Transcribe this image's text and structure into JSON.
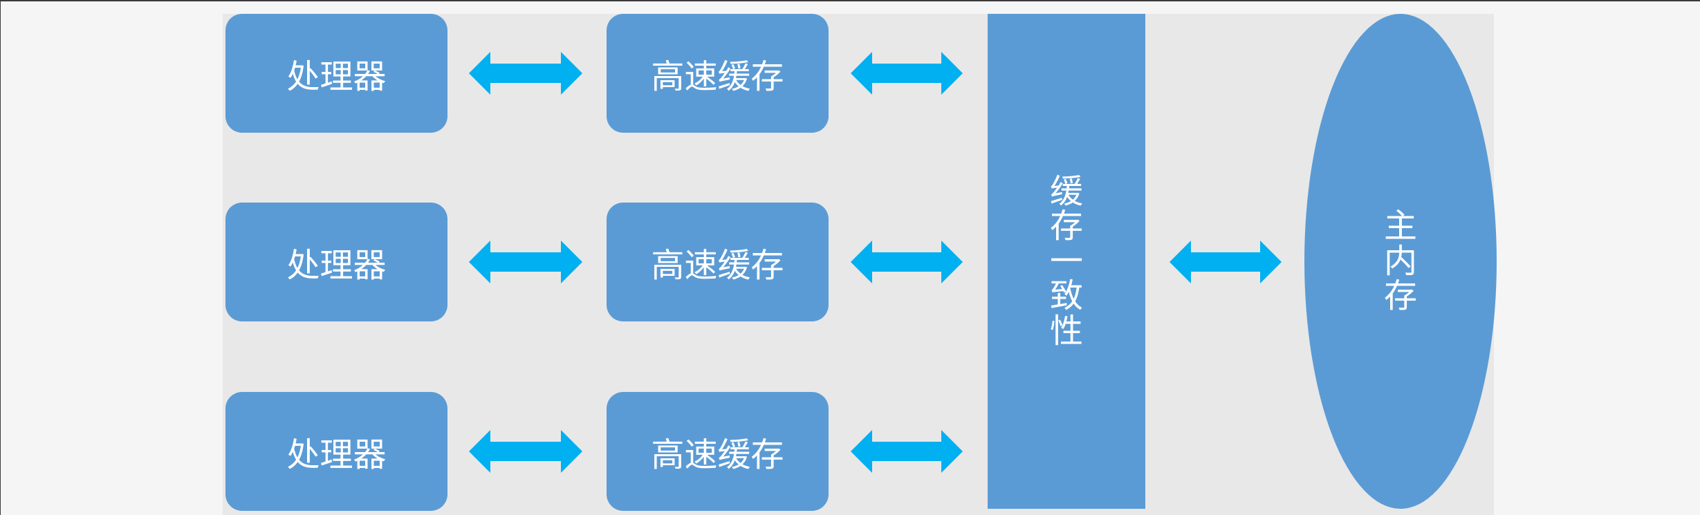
{
  "diagram": {
    "processor_label": "处理器",
    "cache_label": "高速缓存",
    "coherence_label": "缓存一致性",
    "memory_label": "主内存",
    "rows": [
      {
        "processor": "处理器",
        "cache": "高速缓存"
      },
      {
        "processor": "处理器",
        "cache": "高速缓存"
      },
      {
        "processor": "处理器",
        "cache": "高速缓存"
      }
    ],
    "colors": {
      "node_fill": "#5b9bd5",
      "arrow_fill": "#00b0f0",
      "canvas_bg": "#e8e8e8",
      "page_bg": "#f5f5f5"
    }
  }
}
